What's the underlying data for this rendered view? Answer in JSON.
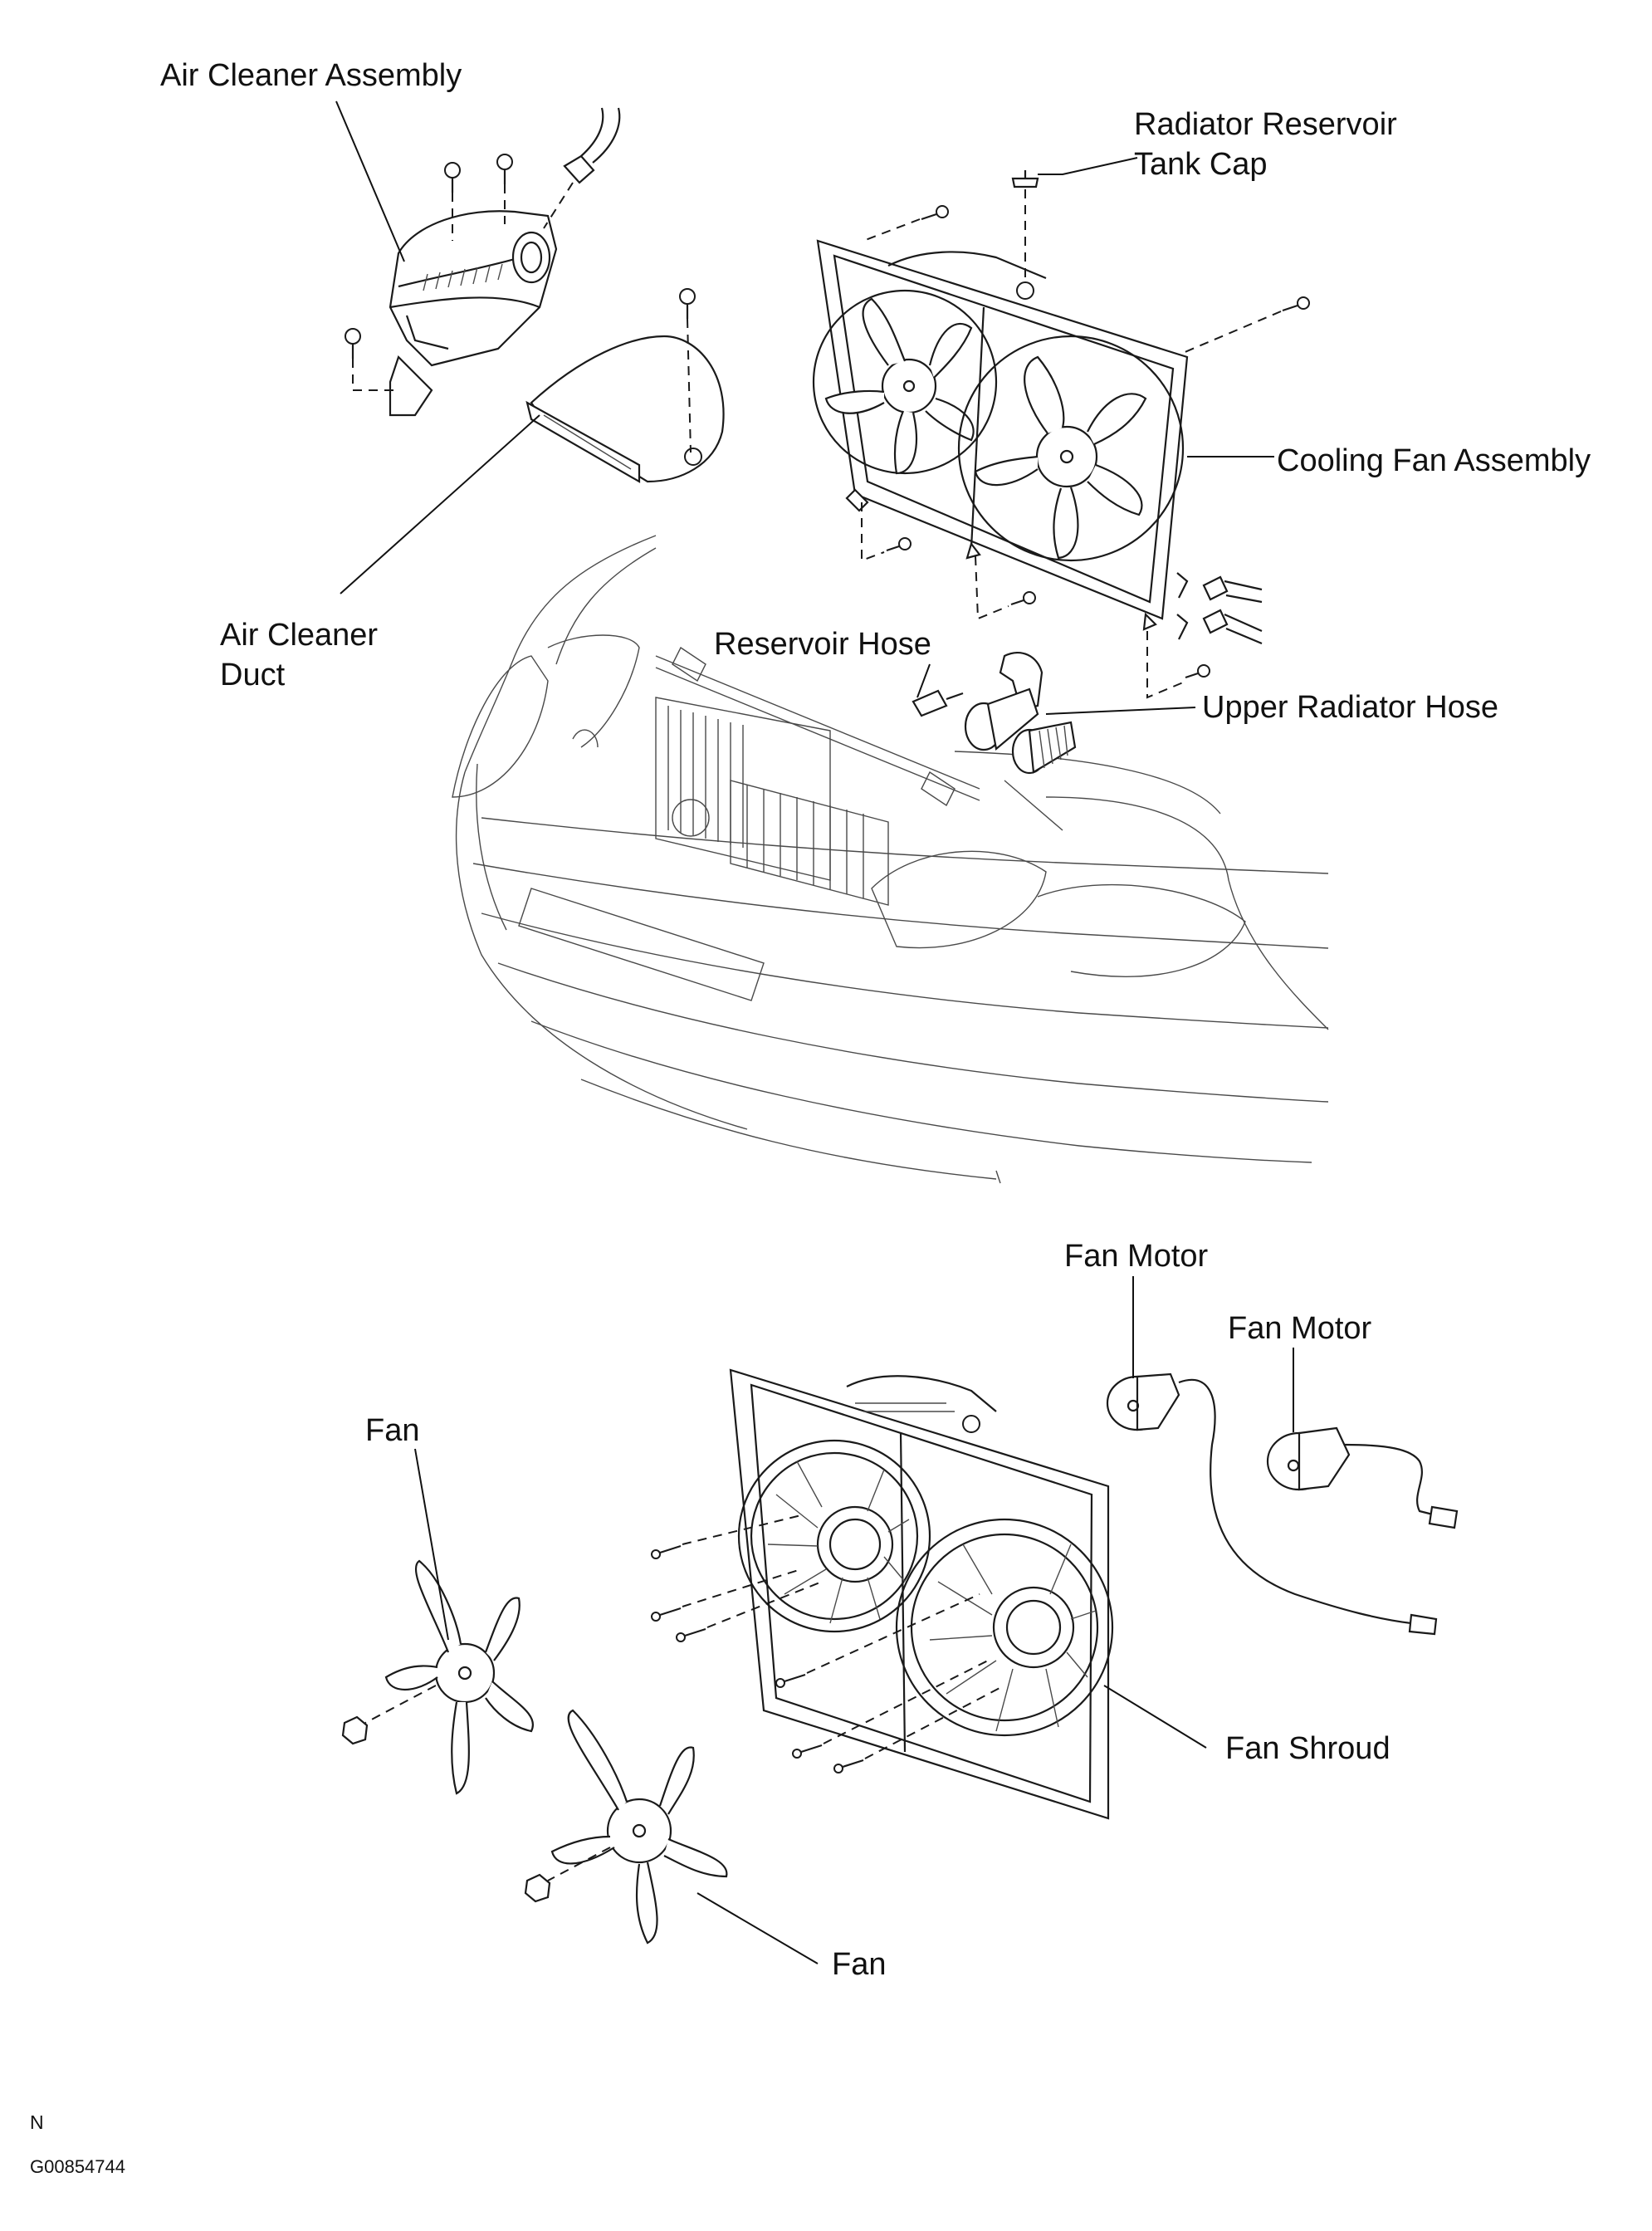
{
  "labels": {
    "air_cleaner_assembly": "Air Cleaner Assembly",
    "radiator_reservoir_tank_cap_line1": "Radiator Reservoir",
    "radiator_reservoir_tank_cap_line2": "Tank Cap",
    "cooling_fan_assembly": "Cooling Fan Assembly",
    "air_cleaner_duct_line1": "Air Cleaner",
    "air_cleaner_duct_line2": "Duct",
    "reservoir_hose": "Reservoir Hose",
    "upper_radiator_hose": "Upper Radiator Hose",
    "fan_motor_1": "Fan Motor",
    "fan_motor_2": "Fan Motor",
    "fan_left": "Fan",
    "fan_shroud": "Fan Shroud",
    "fan_bottom": "Fan"
  },
  "footer": {
    "letter": "N",
    "code": "G00854744"
  }
}
